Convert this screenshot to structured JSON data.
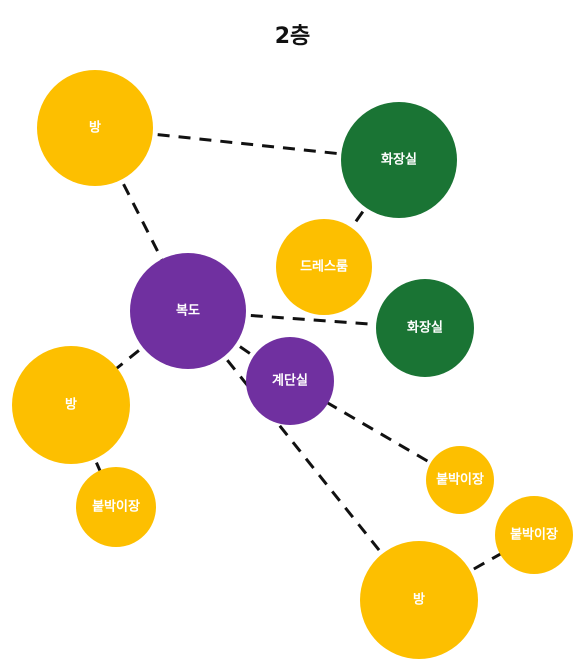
{
  "title": "2층",
  "colors": {
    "room": "#FDBF00",
    "bathroom": "#1A7434",
    "circulation": "#7030A0",
    "edge": "#111111"
  },
  "nodes": [
    {
      "id": "bang-1",
      "label": "방",
      "type": "room"
    },
    {
      "id": "hwajangsil-1",
      "label": "화장실",
      "type": "bathroom"
    },
    {
      "id": "dressroom",
      "label": "드레스룸",
      "type": "room"
    },
    {
      "id": "bokdo",
      "label": "복도",
      "type": "circulation"
    },
    {
      "id": "hwajangsil-2",
      "label": "화장실",
      "type": "bathroom"
    },
    {
      "id": "gyedansil",
      "label": "계단실",
      "type": "circulation"
    },
    {
      "id": "bang-2",
      "label": "방",
      "type": "room"
    },
    {
      "id": "builtin-1",
      "label": "붙박이장",
      "type": "room"
    },
    {
      "id": "builtin-2",
      "label": "붙박이장",
      "type": "room"
    },
    {
      "id": "builtin-3",
      "label": "붙박이장",
      "type": "room"
    },
    {
      "id": "bang-3",
      "label": "방",
      "type": "room"
    }
  ],
  "edges": [
    {
      "from": "bang-1",
      "to": "hwajangsil-1"
    },
    {
      "from": "hwajangsil-1",
      "to": "dressroom"
    },
    {
      "from": "bang-1",
      "to": "bokdo"
    },
    {
      "from": "bokdo",
      "to": "hwajangsil-2"
    },
    {
      "from": "bokdo",
      "to": "gyedansil"
    },
    {
      "from": "bokdo",
      "to": "bang-2"
    },
    {
      "from": "bang-2",
      "to": "builtin-1"
    },
    {
      "from": "gyedansil",
      "to": "builtin-2"
    },
    {
      "from": "bokdo",
      "to": "bang-3"
    },
    {
      "from": "bang-3",
      "to": "builtin-3"
    }
  ]
}
